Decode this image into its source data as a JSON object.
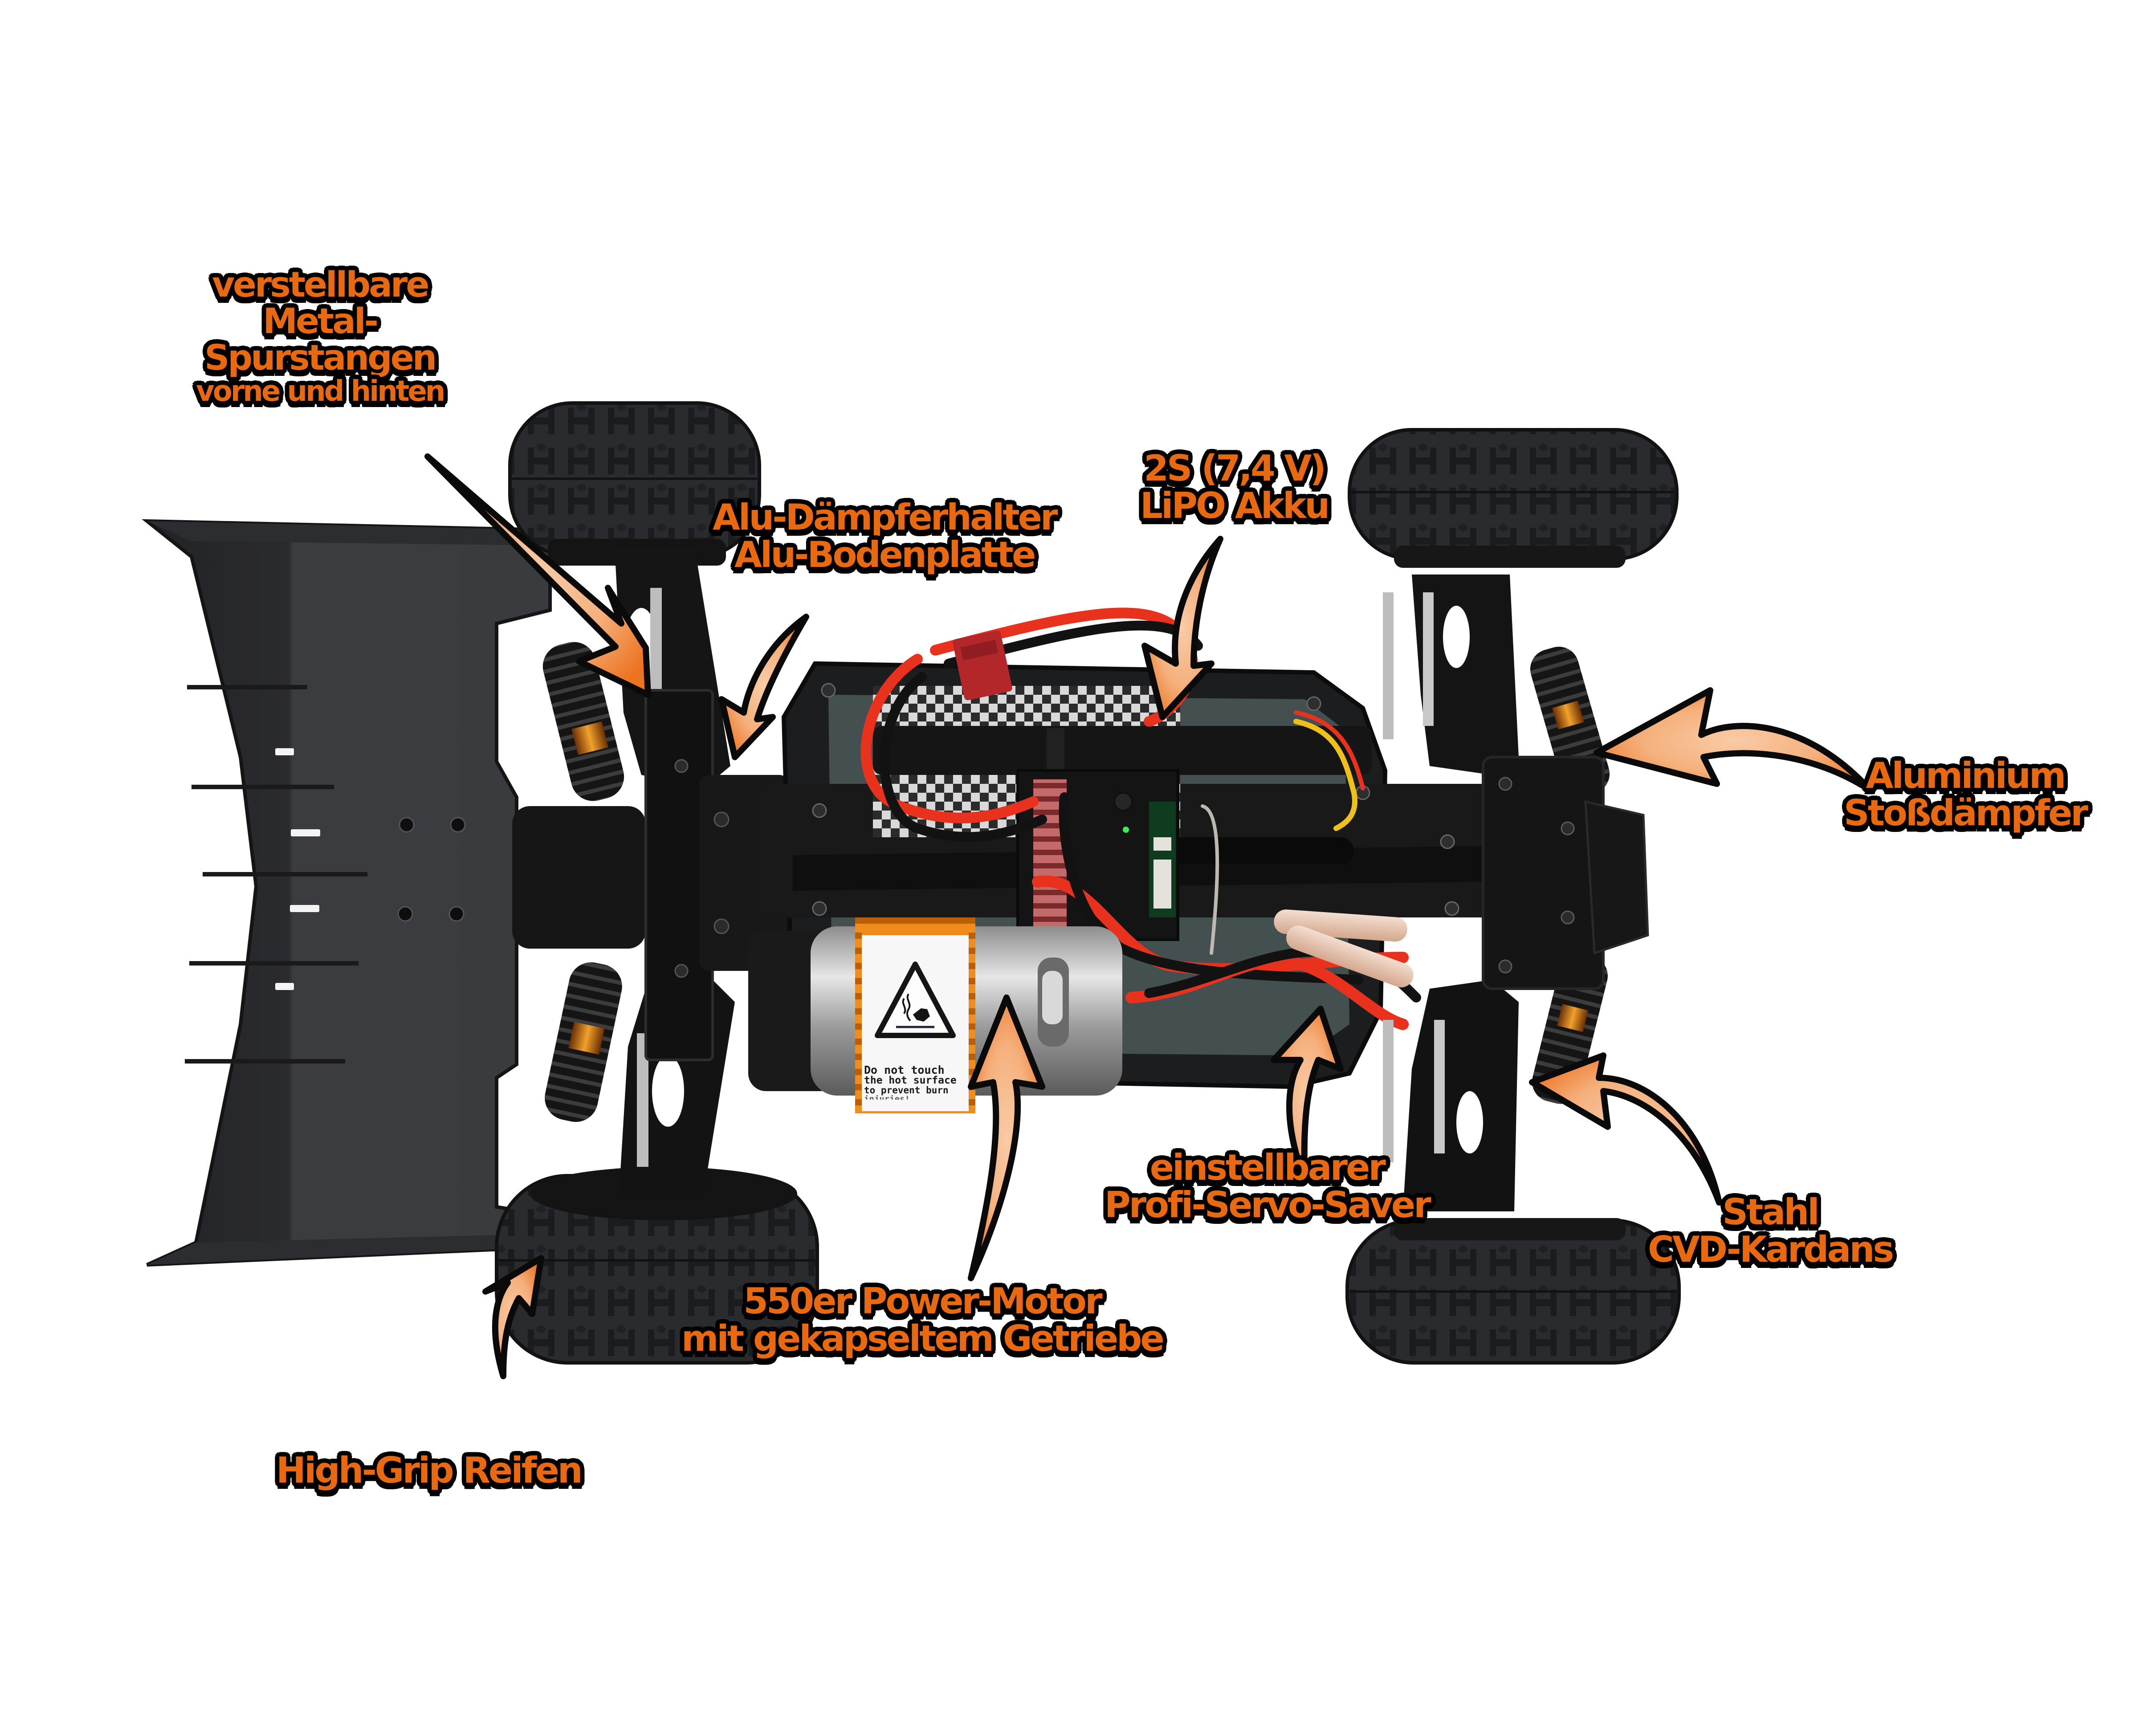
{
  "image": {
    "subject": "RC buggy chassis, top view, with annotated feature callouts",
    "background": "#ffffff"
  },
  "colors": {
    "label_fill": "#e8690f",
    "label_outline": "#000000",
    "arrow_fill": "#ec7421",
    "arrow_highlight": "#f9cba6",
    "chassis_dark": "#1c1d1f",
    "wing_grey": "#3a3b3e",
    "wire_red": "#e8321e",
    "heatsink_orange": "#e07a12",
    "battery_plug_red": "#b3262a"
  },
  "callouts": {
    "spurstangen": {
      "lines": [
        "verstellbare",
        "Metal-",
        "Spurstangen",
        "vorne und hinten"
      ]
    },
    "daempferhalter": {
      "lines": [
        "Alu-Dämpferhalter",
        "Alu-Bodenplatte"
      ]
    },
    "lipo": {
      "lines": [
        "2S (7,4 V)",
        "LiPO Akku"
      ]
    },
    "stossdaempfer": {
      "lines": [
        "Aluminium",
        "Stoßdämpfer"
      ]
    },
    "servo_saver": {
      "lines": [
        "einstellbarer",
        "Profi-Servo-Saver"
      ]
    },
    "kardans": {
      "lines": [
        "Stahl",
        "CVD-Kardans"
      ]
    },
    "motor": {
      "lines": [
        "550er Power-Motor",
        "mit gekapseltem Getriebe"
      ]
    },
    "reifen": {
      "lines": [
        "High-Grip Reifen"
      ]
    }
  },
  "motor_sticker": {
    "icon": "hot-surface-warning-icon",
    "lines": [
      "Do not touch",
      "the hot surface",
      "to prevent burn",
      "injuries!"
    ]
  },
  "icons": {
    "arrows": "curved-callout-arrow-icon",
    "warning": "hot-surface-warning-icon"
  }
}
